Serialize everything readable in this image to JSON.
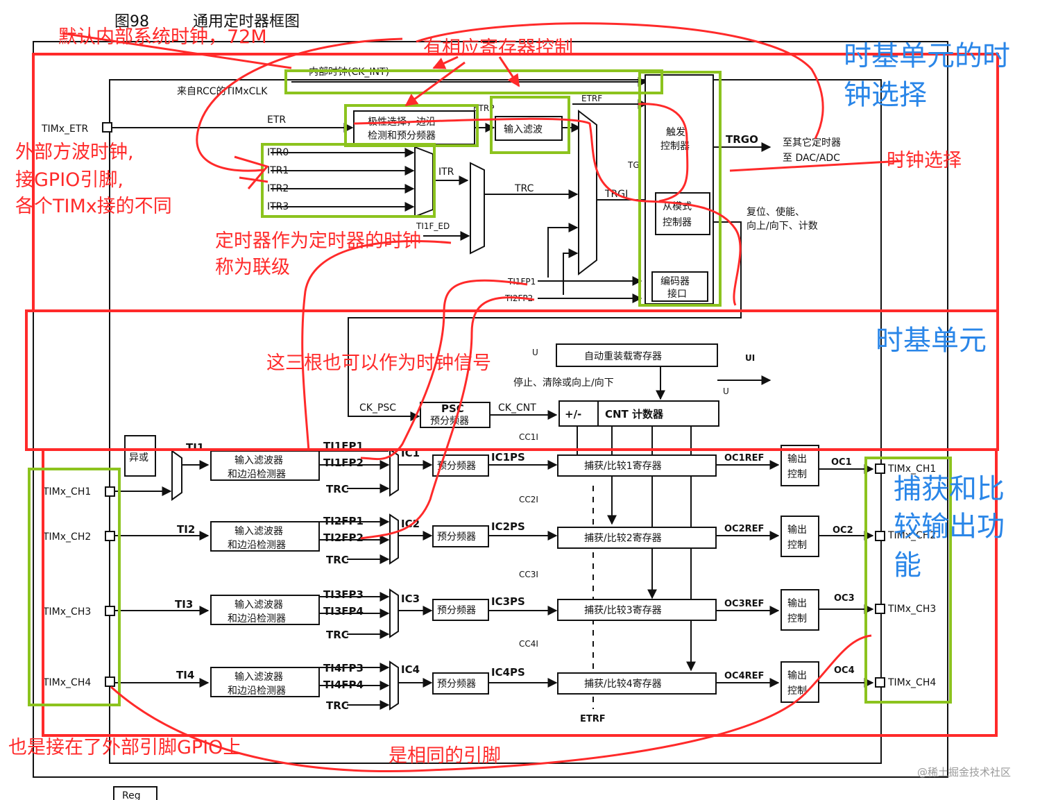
{
  "figure": {
    "number": "图98",
    "title": "通用定时器框图"
  },
  "signals": {
    "ck_int": "内部时钟(CK_INT)",
    "rcc_clk": "来自RCC的TIMxCLK",
    "timx_etr": "TIMx_ETR",
    "etr": "ETR",
    "etrf": "ETRF",
    "etrp": "ETRP",
    "itr0": "ITR0",
    "itr1": "ITR1",
    "itr2": "ITR2",
    "itr3": "ITR3",
    "itr": "ITR",
    "trc": "TRC",
    "ti1f_ed": "TI1F_ED",
    "ti1fp1": "TI1FP1",
    "ti2fp2": "TI2FP2",
    "tgi": "TGI",
    "trgi": "TRGI",
    "trgo": "TRGO",
    "u": "U",
    "ui": "UI",
    "ck_psc": "CK_PSC",
    "ck_cnt": "CK_CNT",
    "ti1": "TI1",
    "ti2": "TI2",
    "ti3": "TI3",
    "ti4": "TI4",
    "ch1": "TIMx_CH1",
    "ch2": "TIMx_CH2",
    "ch3": "TIMx_CH3",
    "ch4": "TIMx_CH4",
    "r_ti1fp1": "TI1FP1",
    "r_ti1fp2": "TI1FP2",
    "r_ti2fp1": "TI2FP1",
    "r_ti2fp2": "TI2FP2",
    "r_ti3fp3": "TI3FP3",
    "r_ti3fp4": "TI3FP4",
    "r_ti4fp3": "TI4FP3",
    "r_ti4fp4": "TI4FP4",
    "ic1": "IC1",
    "ic2": "IC2",
    "ic3": "IC3",
    "ic4": "IC4",
    "ic1ps": "IC1PS",
    "ic2ps": "IC2PS",
    "ic3ps": "IC3PS",
    "ic4ps": "IC4PS",
    "cc1i": "CC1I",
    "cc2i": "CC2I",
    "cc3i": "CC3I",
    "cc4i": "CC4I",
    "oc1ref": "OC1REF",
    "oc2ref": "OC2REF",
    "oc3ref": "OC3REF",
    "oc4ref": "OC4REF",
    "oc1": "OC1",
    "oc2": "OC2",
    "oc3": "OC3",
    "oc4": "OC4",
    "etrf_bottom": "ETRF",
    "reg": "Reg"
  },
  "blocks": {
    "polarity_line1": "极性选择，边沿",
    "polarity_line2": "检测和预分频器",
    "input_filter": "输入滤波",
    "trigger_line1": "触发",
    "trigger_line2": "控制器",
    "slave_line1": "从模式",
    "slave_line2": "控制器",
    "encoder_line1": "编码器",
    "encoder_line2": "接口",
    "to_other_line1": "至其它定时器",
    "to_other_line2": "至 DAC/ADC",
    "reset_line1": "复位、使能、",
    "reset_line2": "向上/向下、计数",
    "arr": "自动重装载寄存器",
    "stop_clear": "停止、清除或向上/向下",
    "psc_top": "PSC",
    "psc_bottom": "预分频器",
    "cnt_sign": "+/-",
    "cnt": "CNT 计数器",
    "xor": "异或",
    "filter_line1": "输入滤波器",
    "filter_line2": "和边沿检测器",
    "prescaler": "预分频器",
    "cc1": "捕获/比较1寄存器",
    "cc2": "捕获/比较2寄存器",
    "cc3": "捕获/比较3寄存器",
    "cc4": "捕获/比较4寄存器",
    "out_line1": "输出",
    "out_line2": "控制"
  },
  "annotations": {
    "default_clock": "默认内部系统时钟，72M",
    "register_control": "有相应寄存器控制",
    "ext_line1": "外部方波时钟,",
    "ext_line2": "接GPIO引脚,",
    "ext_line3": "各个TIMx接的不同",
    "cascade_line1": "定时器作为定时器的时钟",
    "cascade_line2": "称为联级",
    "three_lines": "这三根也可以作为时钟信号",
    "clock_select": "时钟选择",
    "also_gpio": "也是接在了外部引脚GPIO上",
    "same_pin": "是相同的引脚"
  },
  "section_labels": {
    "timebase_clock_line1": "时基单元的时",
    "timebase_clock_line2": "钟选择",
    "timebase": "时基单元",
    "capture_line1": "捕获和比",
    "capture_line2": "较输出功",
    "capture_line3": "能"
  },
  "watermark": "@稀土掘金技术社区",
  "colors": {
    "annotation": "#ff2a2a",
    "highlight": "#8cc31e",
    "section": "#2a86e8",
    "line": "#111111"
  }
}
